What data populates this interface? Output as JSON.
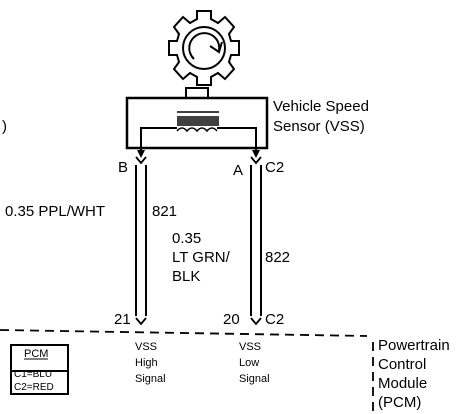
{
  "sensor": {
    "name_line1": "Vehicle Speed",
    "name_line2": "Sensor (VSS)",
    "pin_left": "B",
    "pin_right": "A",
    "connector": "C2"
  },
  "left_margin_mark": ")",
  "wires": [
    {
      "gauge_color": "0.35 PPL/WHT",
      "circuit": "821"
    },
    {
      "gauge": "0.35",
      "color_line1": "LT GRN/",
      "color_line2": "BLK",
      "circuit": "822"
    }
  ],
  "pcm": {
    "pin_high": "21",
    "pin_low": "20",
    "connector": "C2",
    "signal_high": [
      "VSS",
      "High",
      "Signal"
    ],
    "signal_low": [
      "VSS",
      "Low",
      "Signal"
    ],
    "name_lines": [
      "Powertrain",
      "Control",
      "Module",
      "(PCM)"
    ],
    "legend_title": "PCM",
    "legend_lines": [
      "C1=BLU",
      "C2=RED"
    ]
  }
}
